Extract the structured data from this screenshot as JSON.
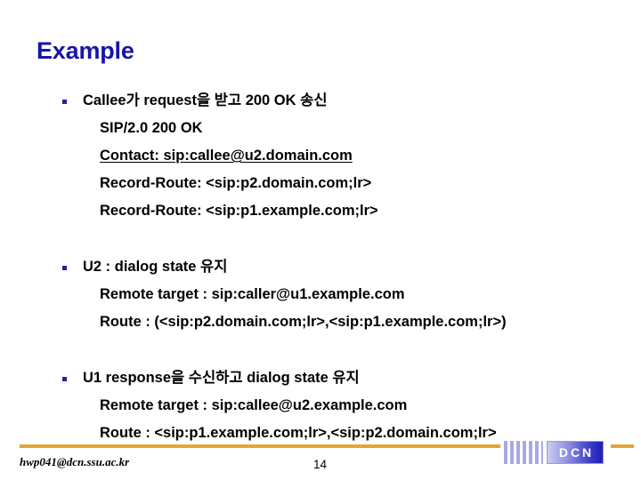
{
  "slide": {
    "title": "Example",
    "page_number": "14"
  },
  "body": {
    "groups": [
      {
        "bullet": "Callee가 request을 받고 200 OK 송신",
        "lines": [
          {
            "text": "SIP/2.0 200 OK",
            "underline": false
          },
          {
            "text": "Contact: sip:callee@u2.domain.com",
            "underline": true
          },
          {
            "text": "Record-Route: <sip:p2.domain.com;lr>",
            "underline": false
          },
          {
            "text": "Record-Route: <sip:p1.example.com;lr>",
            "underline": false
          }
        ]
      },
      {
        "bullet": "U2 : dialog state 유지",
        "lines": [
          {
            "text": "Remote target : sip:caller@u1.example.com",
            "underline": false
          },
          {
            "text": "Route : (<sip:p2.domain.com;lr>,<sip:p1.example.com;lr>)",
            "underline": false
          }
        ]
      },
      {
        "bullet": "U1 response을 수신하고 dialog state 유지",
        "lines": [
          {
            "text": "Remote target : sip:callee@u2.example.com",
            "underline": false
          },
          {
            "text": "Route : <sip:p1.example.com;lr>,<sip:p2.domain.com;lr>",
            "underline": false
          }
        ]
      }
    ]
  },
  "footer": {
    "email": "hwp041@dcn.ssu.ac.kr",
    "logo_label": "DCN"
  },
  "colors": {
    "title": "#1616a8",
    "bullet_marker": "#26268f",
    "rule": "#e0a830",
    "logo_stripe": "#a9a9e8",
    "logo_badge_end": "#1d1db8"
  }
}
